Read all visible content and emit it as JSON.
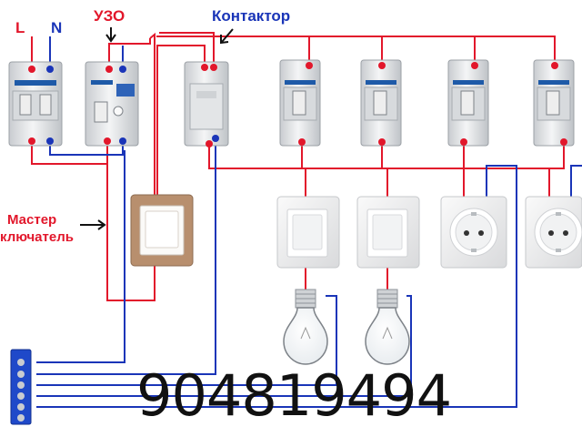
{
  "labels": {
    "phase": "L",
    "neutral": "N",
    "rcd": "УЗО",
    "contactor": "Контактор",
    "master_switch_line1": "Мастер",
    "master_switch_line2": "ключатель"
  },
  "phone_number": "904819494",
  "colors": {
    "phase_wire": "#e2172b",
    "neutral_wire": "#1a35b8",
    "device_body": "#e4e6e8",
    "switch_frame_master": "#b88f6e",
    "annotation_text": "#111111"
  },
  "components": {
    "breakers": [
      "main-breaker",
      "breaker-light-1",
      "breaker-light-2",
      "breaker-socket-1",
      "breaker-socket-2"
    ],
    "rcd": "rcd-device",
    "contactor": "contactor-device",
    "switches": [
      "master-switch",
      "light-switch-1",
      "light-switch-2"
    ],
    "sockets": [
      "socket-1",
      "socket-2"
    ],
    "bulbs": [
      "bulb-1",
      "bulb-2"
    ],
    "neutral_bus": "neutral-bus-bar"
  }
}
